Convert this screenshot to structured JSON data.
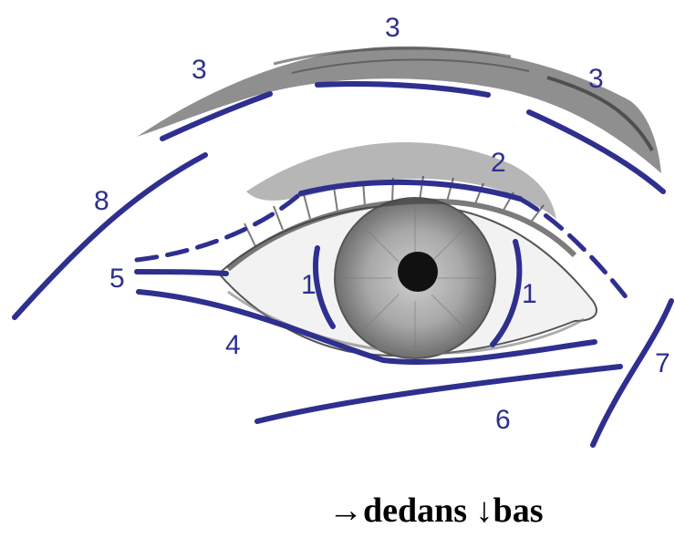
{
  "labels": {
    "iris_left": "1",
    "iris_right": "1",
    "upper_lid": "2",
    "brow_left": "3",
    "brow_top": "3",
    "brow_right": "3",
    "lower_lid": "4",
    "inner_corner": "5",
    "under_eye": "6",
    "outer_cheek": "7",
    "outer_temple": "8"
  },
  "caption": "→dedans ↓bas",
  "colors": {
    "line": "#2e2f8e",
    "sketch": "#555555",
    "iris": "#9a9a9a",
    "pupil": "#111111",
    "brow": "#3a3a3a"
  }
}
